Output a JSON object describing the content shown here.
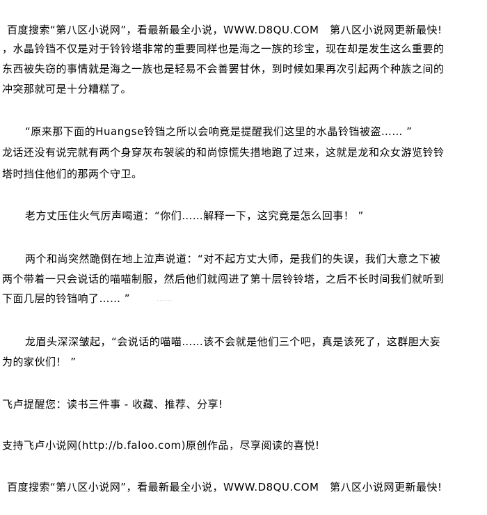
{
  "banner_top": "百度搜索“第八区小说网”，看最新最全小说，WWW.D8QU.COM　第八区小说网更新最快!",
  "paragraphs": {
    "p1": [
      "，水晶铃铛不仅是对于铃铃塔非常的重要同样也是海之一族的珍宝，现在却是发生这么重要的",
      "东西被失窃的事情就是海之一族也是轻易不会善罢甘休，到时候如果再次引起两个种族之间的",
      "冲突那就可是十分糟糕了。"
    ],
    "p2": [
      "“原来那下面的Huangse铃铛之所以会响竟是提醒我们这里的水晶铃铛被盗…… ”"
    ],
    "p3": [
      "龙话还没有说完就有两个身穿灰布袈裟的和尚惊慌失措地跑了过来，这就是龙和众女游览铃铃",
      "塔时挡住他们的那两个守卫。"
    ],
    "p4": [
      "老方丈压住火气厉声喝道：“你们……解释一下，这究竟是怎么回事！ ”"
    ],
    "p5": [
      "两个和尚突然跪倒在地上泣声说道：“对不起方丈大师，是我们的失误，我们大意之下被",
      "两个带着一只会说话的喵喵制服，然后他们就闯进了第十层铃铃塔，之后不长时间我们就听到",
      "下面几层的铃铛响了…… ”"
    ],
    "p6": [
      "龙眉头深深皱起，“会说话的喵喵……该不会就是他们三个吧，真是该死了，这群胆大妄",
      "为的家伙们！ ”"
    ],
    "p7": [
      "飞卢提醒您：读书三件事 - 收藏、推荐、分享!"
    ],
    "p8": [
      "支持飞卢小说网(http://b.faloo.com)原创作品，尽享阅读的喜悦!"
    ]
  },
  "banner_bottom": "百度搜索“第八区小说网”，看最新最全小说，WWW.D8QU.COM　第八区小说网更新最快!"
}
